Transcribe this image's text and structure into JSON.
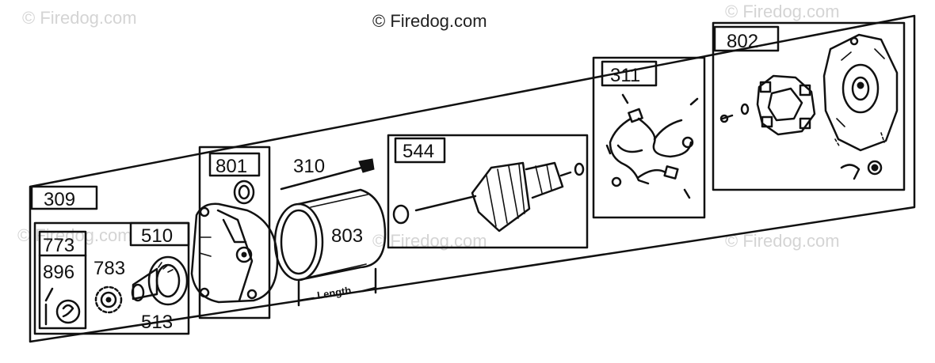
{
  "copyright": "© Firedog.com",
  "watermarks": [
    "© Firedog.com",
    "© Firedog.com",
    "© Firedog.com",
    "© Firedog.com",
    "© Firedog.com"
  ],
  "parts": {
    "p309": "309",
    "p801": "801",
    "p310": "310",
    "p544": "544",
    "p311": "311",
    "p802": "802",
    "p803": "803",
    "p510": "510",
    "p773": "773",
    "p896": "896",
    "p783": "783",
    "p513": "513"
  },
  "length_label": "Length"
}
